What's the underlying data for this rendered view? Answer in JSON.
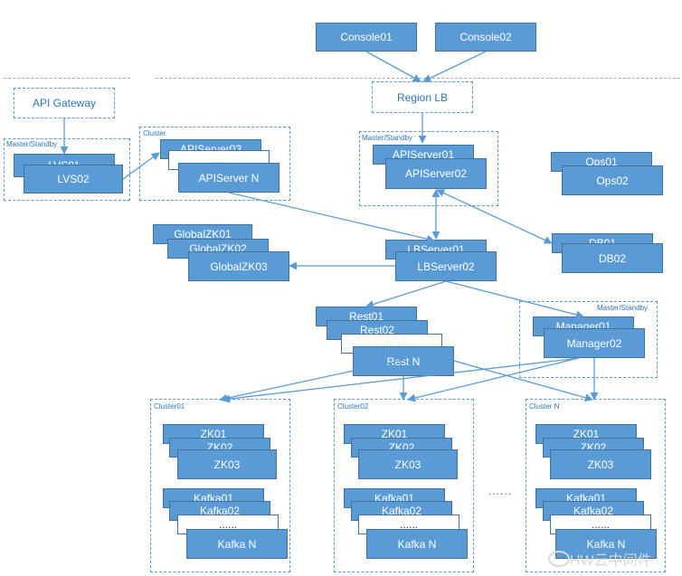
{
  "console01": "Console01",
  "console02": "Console02",
  "region_lb": "Region LB",
  "api_gateway": "API Gateway",
  "master_standby": "Master/Standby",
  "cluster": "Cluster",
  "lvs01": "LVS01",
  "lvs02": "LVS02",
  "apiserver03": "APIServer03",
  "apiserver_dots": "......",
  "apiserver_n": "APIServer N",
  "apiserver01": "APIServer01",
  "apiserver02": "APIServer02",
  "ops01": "Ops01",
  "ops02": "Ops02",
  "globalzk01": "GlobalZK01",
  "globalzk02": "GlobalZK02",
  "globalzk03": "GlobalZK03",
  "lbserver01": "LBServer01",
  "lbserver02": "LBServer02",
  "db01": "DB01",
  "db02": "DB02",
  "rest01": "Rest01",
  "rest02": "Rest02",
  "rest_dots": "......",
  "rest_n": "Rest N",
  "manager01": "Manager01",
  "manager02": "Manager02",
  "clusters": [
    {
      "label": "Cluster01",
      "zk01": "ZK01",
      "zk02": "ZK02",
      "zk03": "ZK03",
      "kafka01": "Kafka01",
      "kafka02": "Kafka02",
      "kafka_dots": "......",
      "kafka_n": "Kafka N"
    },
    {
      "label": "Cluster02",
      "zk01": "ZK01",
      "zk02": "ZK02",
      "zk03": "ZK03",
      "kafka01": "Kafka01",
      "kafka02": "Kafka02",
      "kafka_dots": "......",
      "kafka_n": "Kafka N"
    },
    {
      "label": "Cluster N",
      "zk01": "ZK01",
      "zk02": "ZK02",
      "zk03": "ZK03",
      "kafka01": "Kafka01",
      "kafka02": "Kafka02",
      "kafka_dots": "......",
      "kafka_n": "Kafka N"
    }
  ],
  "between_clusters_dots": "......",
  "watermark": "HW云中间件",
  "colors": {
    "node": "#5b9bd5",
    "line": "#5b9bd5",
    "dashed": "#5b9bd5"
  }
}
